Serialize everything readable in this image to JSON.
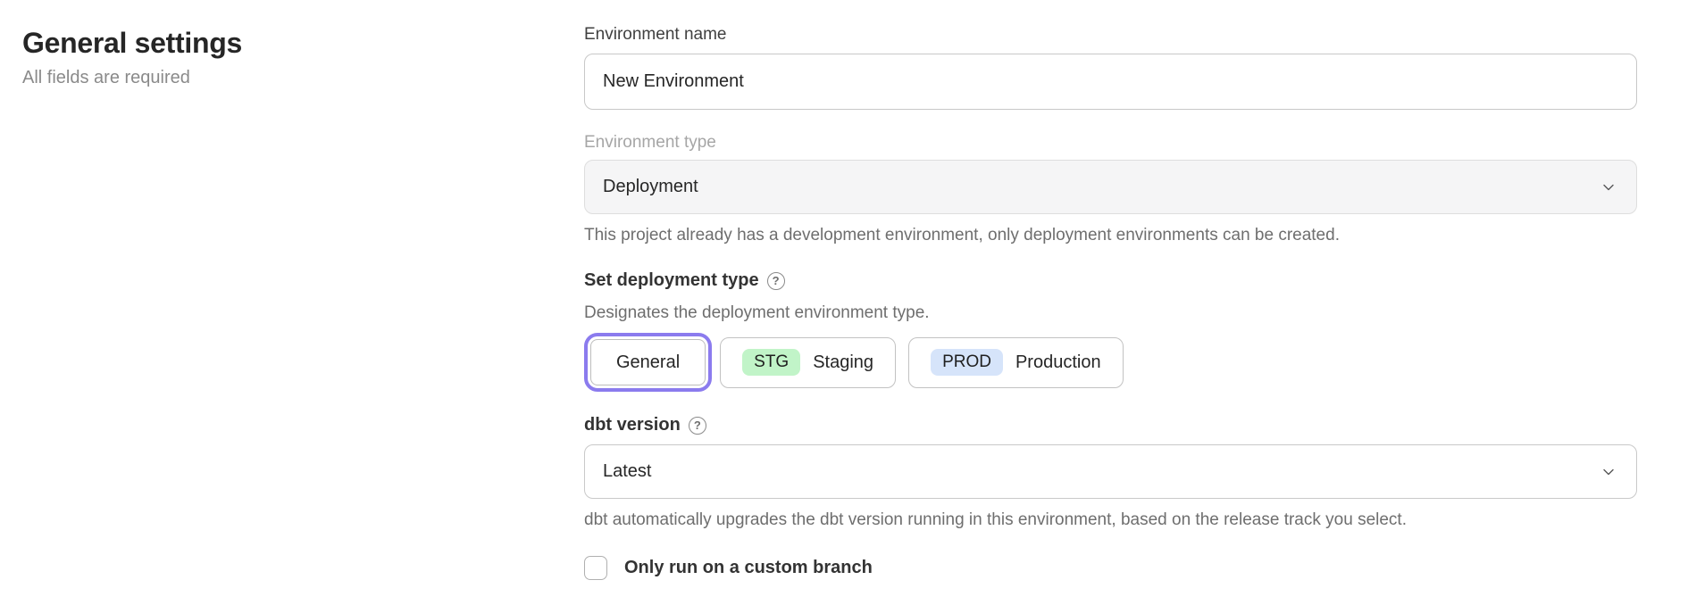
{
  "page": {
    "heading": "General settings",
    "subheading": "All fields are required"
  },
  "form": {
    "environment_name": {
      "label": "Environment name",
      "value": "New Environment"
    },
    "environment_type": {
      "label": "Environment type",
      "value": "Deployment",
      "helper": "This project already has a development environment, only deployment environments can be created."
    },
    "deployment_type": {
      "label": "Set deployment type",
      "description": "Designates the deployment environment type.",
      "options": [
        {
          "badge": "",
          "label": "General",
          "selected": true
        },
        {
          "badge": "STG",
          "label": "Staging",
          "selected": false
        },
        {
          "badge": "PROD",
          "label": "Production",
          "selected": false
        }
      ]
    },
    "dbt_version": {
      "label": "dbt version",
      "value": "Latest",
      "helper": "dbt automatically upgrades the dbt version running in this environment, based on the release track you select."
    },
    "custom_branch": {
      "label": "Only run on a custom branch",
      "checked": false
    }
  },
  "icons": {
    "help_glyph": "?",
    "chevron_down": "chevron-down"
  },
  "colors": {
    "selected_ring": "#8b7bee",
    "staging_badge_bg": "#c1f4c8",
    "production_badge_bg": "#d6e4fa",
    "disabled_field_bg": "#f5f5f6"
  }
}
